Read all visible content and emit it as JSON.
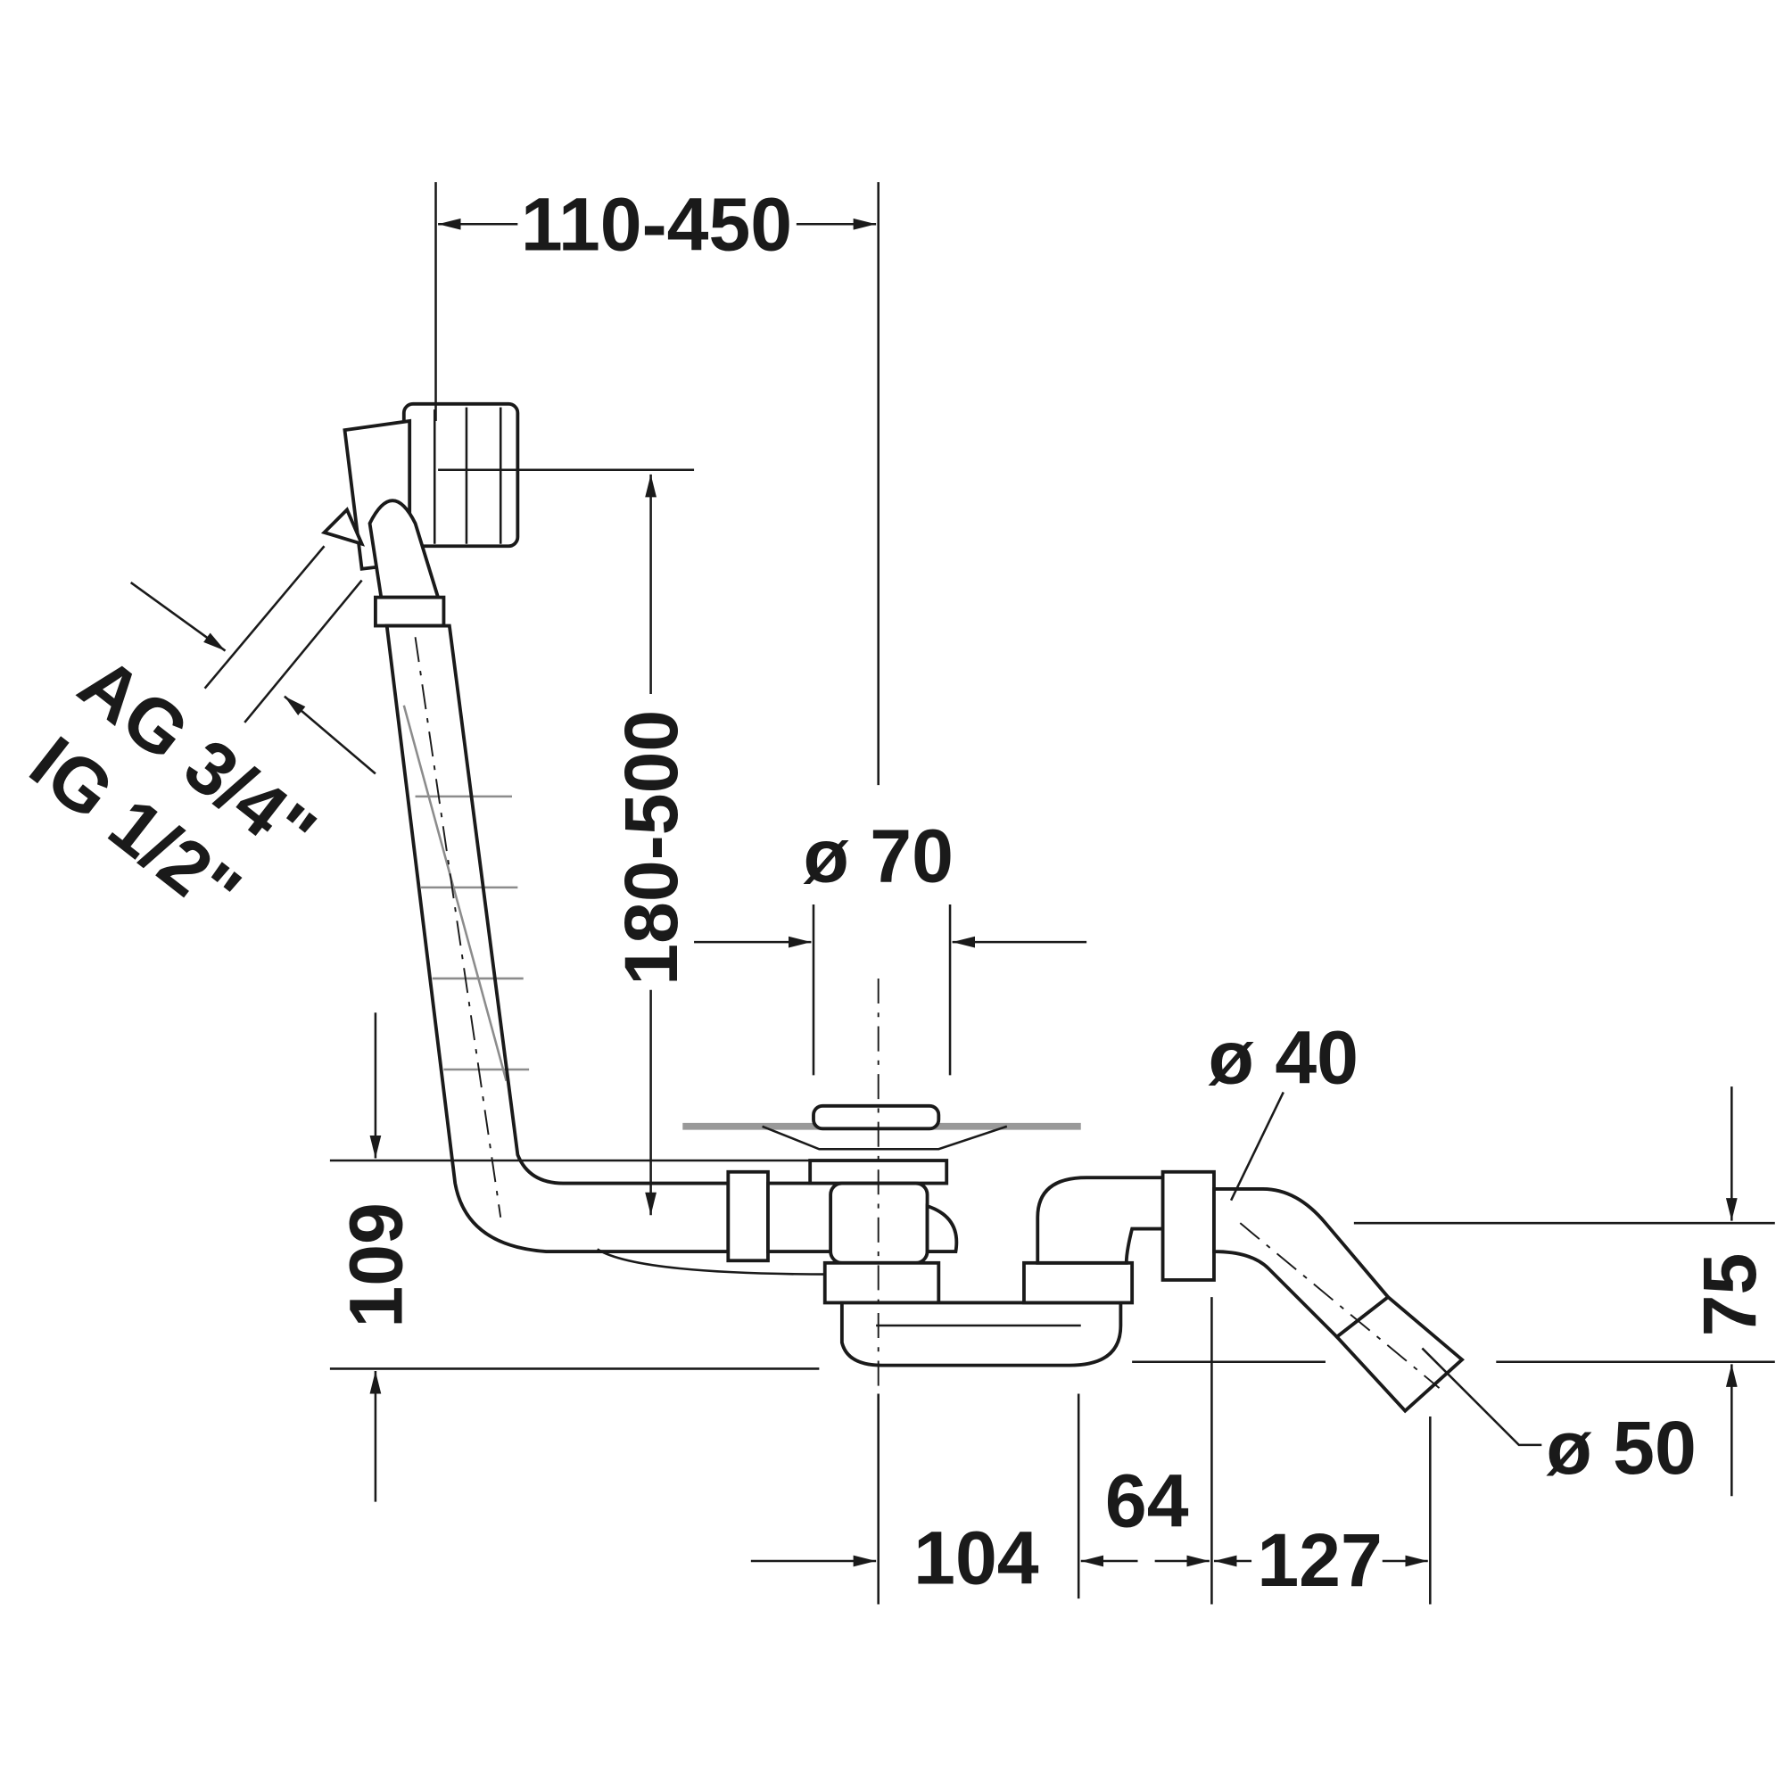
{
  "drawing": {
    "dimensions": {
      "overflow_span": "110-450",
      "overflow_height": "180-500",
      "thread": [
        "AG 3/4\"",
        "IG 1/2\""
      ],
      "drain_diameter": "ø 70",
      "outlet_diameter_40": "ø 40",
      "height_109": "109",
      "height_75": "75",
      "outlet_diameter_50": "ø 50",
      "dist_104": "104",
      "dist_64": "64",
      "dist_127": "127"
    }
  }
}
